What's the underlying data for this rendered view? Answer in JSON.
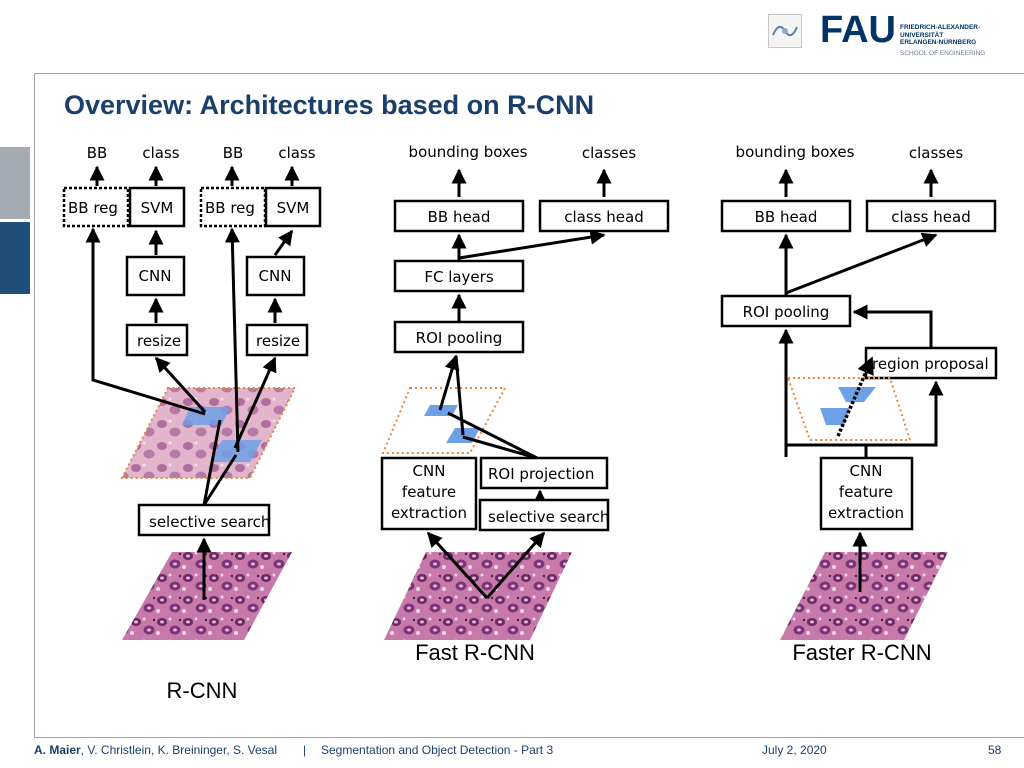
{
  "header": {
    "logo_text": "FAU",
    "university_lines": [
      "FRIEDRICH-ALEXANDER-",
      "UNIVERSITÄT",
      "ERLANGEN-NÜRNBERG"
    ],
    "school": "SCHOOL OF ENGINEERING"
  },
  "slide": {
    "title": "Overview: Architectures based on R-CNN"
  },
  "rcnn": {
    "caption": "R-CNN",
    "out_bb_1": "BB",
    "out_class_1": "class",
    "out_bb_2": "BB",
    "out_class_2": "class",
    "bbreg_1": "BB reg",
    "svm_1": "SVM",
    "bbreg_2": "BB reg",
    "svm_2": "SVM",
    "cnn_1": "CNN",
    "cnn_2": "CNN",
    "resize_1": "resize",
    "resize_2": "resize",
    "selective_search": "selective search"
  },
  "fast_rcnn": {
    "caption": "Fast R-CNN",
    "out_boxes": "bounding boxes",
    "out_classes": "classes",
    "bb_head": "BB head",
    "class_head": "class head",
    "fc_layers": "FC layers",
    "roi_pooling": "ROI pooling",
    "cnn_line1": "CNN",
    "cnn_line2": "feature",
    "cnn_line3": "extraction",
    "roi_projection": "ROI projection",
    "selective_search": "selective search"
  },
  "faster_rcnn": {
    "caption": "Faster R-CNN",
    "out_boxes": "bounding boxes",
    "out_classes": "classes",
    "bb_head": "BB head",
    "class_head": "class head",
    "roi_pooling": "ROI pooling",
    "region_proposal": "region proposal",
    "cnn_line1": "CNN",
    "cnn_line2": "feature",
    "cnn_line3": "extraction"
  },
  "footer": {
    "author_main": "A. Maier",
    "authors_rest": ", V. Christlein, K. Breininger, S. Vesal",
    "separator": "|",
    "lecture": "Segmentation and Object Detection - Part 3",
    "date": "July 2, 2020",
    "page": "58"
  },
  "colors": {
    "brand": "#1b3f6b",
    "patch_fill": "#c85a8f",
    "roi_fill": "#6ea0e6",
    "dotted_orange": "#e8873a"
  }
}
